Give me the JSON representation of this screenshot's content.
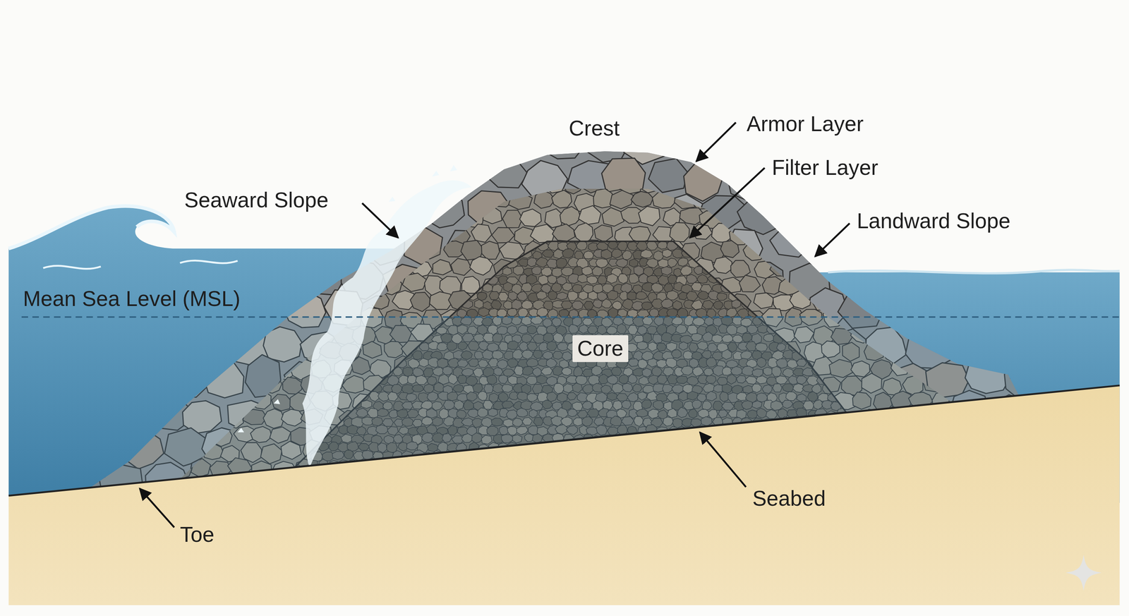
{
  "diagram": {
    "labels": [
      "Crest",
      "Armor Layer",
      "Filter Layer",
      "Seaward Slope",
      "Landward Slope",
      "Mean Sea Level (MSL)",
      "Core",
      "Seabed",
      "Toe"
    ]
  }
}
